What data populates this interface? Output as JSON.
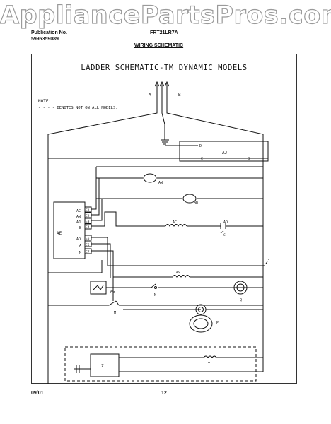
{
  "watermark": "AppliancePartsPros.com",
  "header": {
    "publication_label": "Publication No.",
    "publication_number": "5995359089",
    "model": "FRT21LR7A",
    "section": "WIRING SCHEMATIC"
  },
  "diagram": {
    "title": "LADDER SCHEMATIC-TM DYNAMIC MODELS",
    "note_label": "NOTE:",
    "note_text": "- - - - DENOTES NOT ON ALL MODELS.",
    "labels": {
      "a_top": "A",
      "b_top": "B",
      "aj": "AJ",
      "aj_b": "B",
      "aj_c": "C",
      "aj_d": "D",
      "aw": "AW",
      "ab": "AB",
      "ae": "AE",
      "ac": "AC",
      "ad": "AD",
      "ad_c": "C",
      "av": "AV",
      "ag": "AG",
      "n": "N",
      "q": "Q",
      "m": "M",
      "p": "P",
      "y": "Y",
      "z": "Z",
      "port_ac": "AC",
      "port_aw": "AW",
      "port_aj": "AJ",
      "port_b": "B",
      "port_ad": "AD",
      "port_a": "A",
      "port_m": "M",
      "e1": "E1",
      "e2": "E2",
      "e3": "E3",
      "e4": "E4",
      "e5": "E5",
      "e6": "E6",
      "e7": "E7"
    }
  },
  "footer": {
    "date": "09/01",
    "page": "12"
  }
}
